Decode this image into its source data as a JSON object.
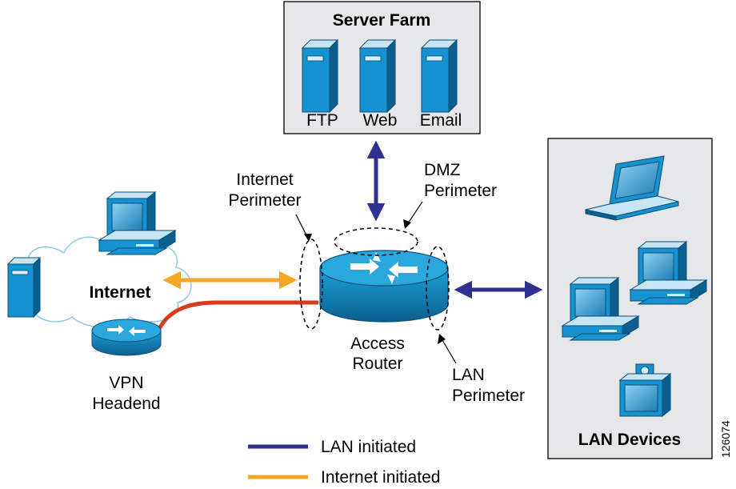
{
  "server_farm": {
    "title": "Server Farm",
    "servers": [
      {
        "label": "FTP",
        "icon": "server-tower-icon"
      },
      {
        "label": "Web",
        "icon": "server-tower-icon"
      },
      {
        "label": "Email",
        "icon": "server-tower-icon"
      }
    ]
  },
  "lan_devices": {
    "title": "LAN Devices"
  },
  "internet": {
    "label": "Internet"
  },
  "vpn": {
    "label_line1": "VPN",
    "label_line2": "Headend"
  },
  "router": {
    "label_line1": "Access",
    "label_line2": "Router"
  },
  "perimeters": {
    "internet": {
      "line1": "Internet",
      "line2": "Perimeter"
    },
    "dmz": {
      "line1": "DMZ",
      "line2": "Perimeter"
    },
    "lan": {
      "line1": "LAN",
      "line2": "Perimeter"
    }
  },
  "legend": [
    {
      "label": "LAN initiated",
      "color": "#2e3192"
    },
    {
      "label": "Internet initiated",
      "color": "#f5a623"
    }
  ],
  "colors": {
    "lan": "#2e3192",
    "internet": "#f5a623",
    "vpn": "#d9391f",
    "device": "#0f7fb8"
  },
  "figure_id": "126074"
}
